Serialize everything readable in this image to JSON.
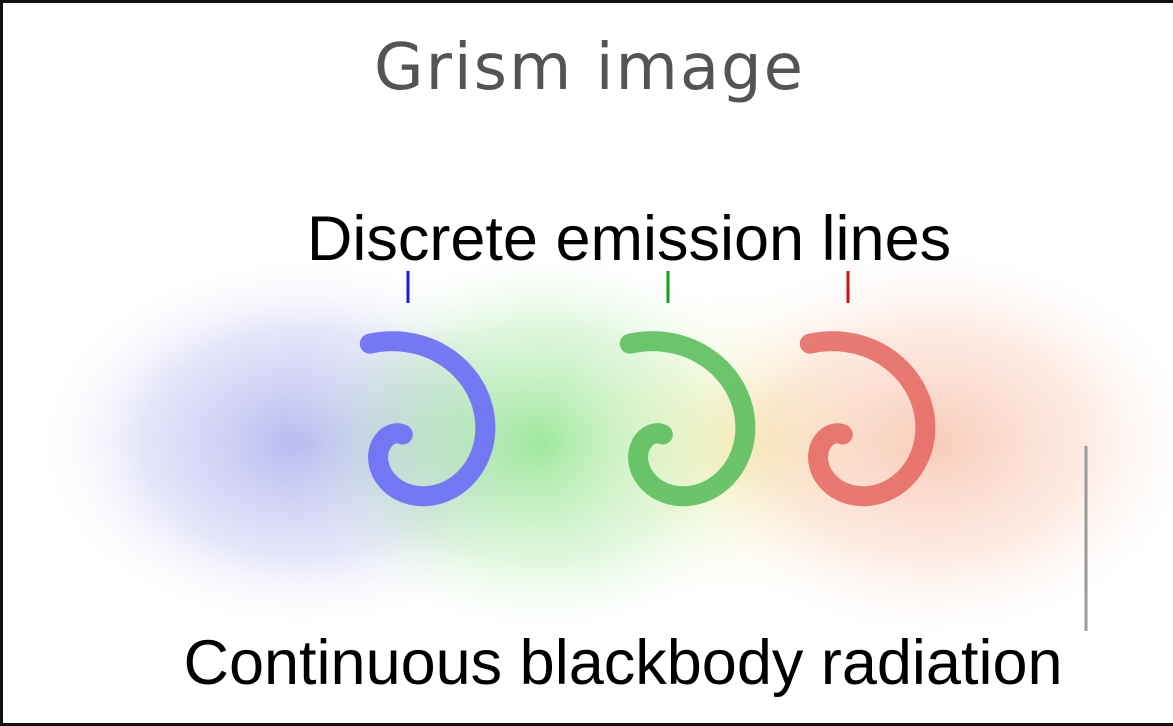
{
  "title": "Grism image",
  "emission_label": "Discrete emission lines",
  "continuum_label": "Continuous blackbody radiation",
  "colors": {
    "blue_spiral": "#6f72f5",
    "green_spiral": "#69c46a",
    "red_spiral": "#e8706a",
    "blue_tick": "#1b1bd4",
    "green_tick": "#1a9a1a",
    "red_tick": "#c01818",
    "pointer_line": "#9a9a9a",
    "title_text": "#555453"
  },
  "emission_lines": [
    {
      "name": "blue",
      "icon": "blue-spiral-icon"
    },
    {
      "name": "green",
      "icon": "green-spiral-icon"
    },
    {
      "name": "red",
      "icon": "red-spiral-icon"
    }
  ]
}
